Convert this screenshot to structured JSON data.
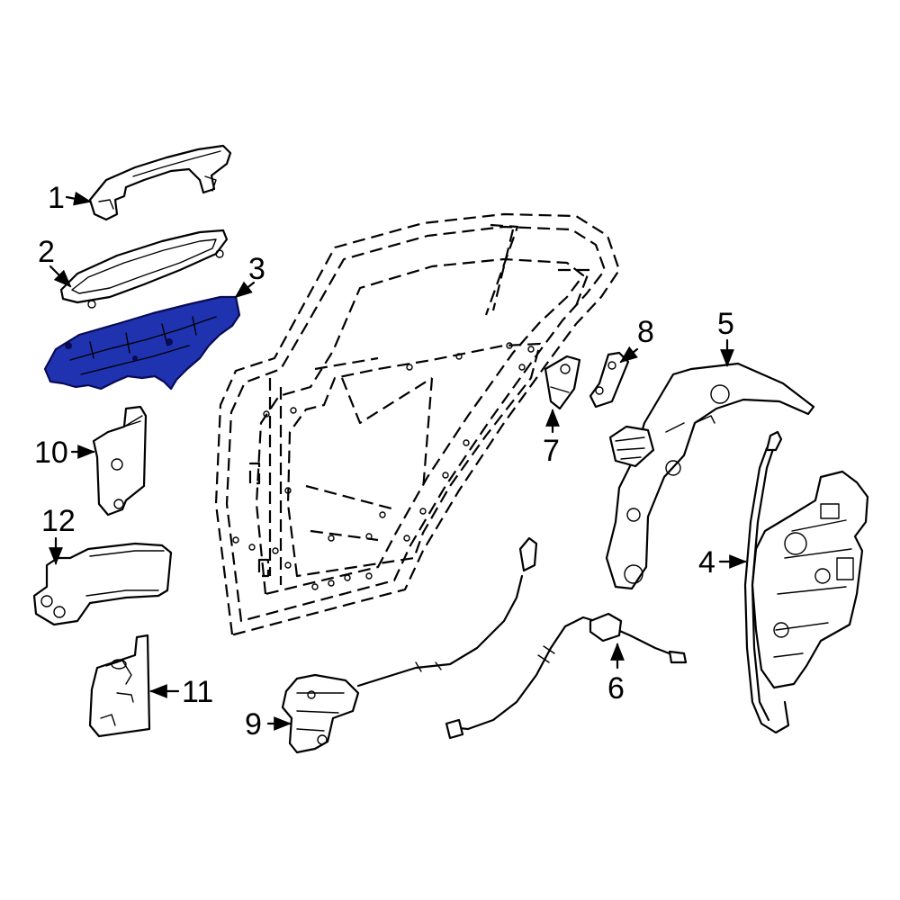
{
  "diagram": {
    "highlight_color": "#1f33b0",
    "highlighted_part": "3",
    "callouts": [
      {
        "id": "c1",
        "number": "1"
      },
      {
        "id": "c2",
        "number": "2"
      },
      {
        "id": "c3",
        "number": "3"
      },
      {
        "id": "c4",
        "number": "4"
      },
      {
        "id": "c5",
        "number": "5"
      },
      {
        "id": "c6",
        "number": "6"
      },
      {
        "id": "c7",
        "number": "7"
      },
      {
        "id": "c8",
        "number": "8"
      },
      {
        "id": "c9",
        "number": "9"
      },
      {
        "id": "c10",
        "number": "10"
      },
      {
        "id": "c11",
        "number": "11"
      },
      {
        "id": "c12",
        "number": "12"
      }
    ]
  }
}
